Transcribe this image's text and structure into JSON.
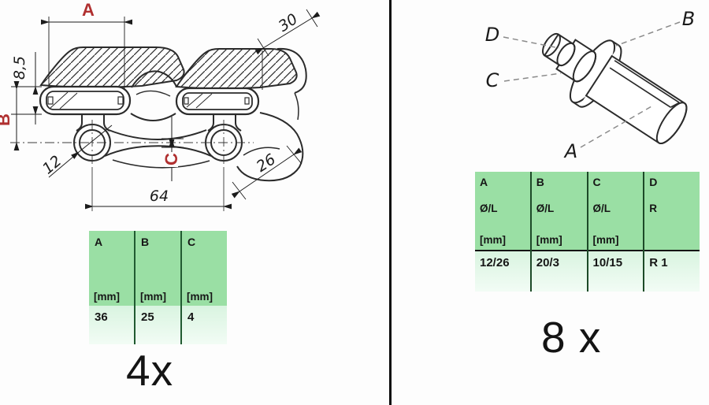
{
  "colors": {
    "accent_red": "#b03030",
    "table_header_green": "#9adfa4",
    "table_body_green": "#d9f4e0",
    "table_line_green": "#215a31",
    "drawing_line": "#2b2b2b"
  },
  "left": {
    "dim_a_label": "A",
    "dim_b_label": "B",
    "dim_c_label": "C",
    "dim_85": "8,5",
    "dim_12": "12",
    "dim_64": "64",
    "dim_30": "30",
    "dim_26": "26",
    "table": {
      "columns": [
        {
          "letter": "A",
          "unit": "[mm]",
          "value": "36"
        },
        {
          "letter": "B",
          "unit": "[mm]",
          "value": "25"
        },
        {
          "letter": "C",
          "unit": "[mm]",
          "value": "4"
        }
      ]
    },
    "quantity": "4x"
  },
  "right": {
    "label_a": "A",
    "label_b": "B",
    "label_c": "C",
    "label_d": "D",
    "table": {
      "columns": [
        {
          "letter": "A",
          "spec": "Ø/L",
          "unit": "[mm]",
          "value": "12/26"
        },
        {
          "letter": "B",
          "spec": "Ø/L",
          "unit": "[mm]",
          "value": "20/3"
        },
        {
          "letter": "C",
          "spec": "Ø/L",
          "unit": "[mm]",
          "value": "10/15"
        },
        {
          "letter": "D",
          "spec": "R",
          "unit": "",
          "value": "R 1"
        }
      ]
    },
    "quantity": "8 x"
  }
}
